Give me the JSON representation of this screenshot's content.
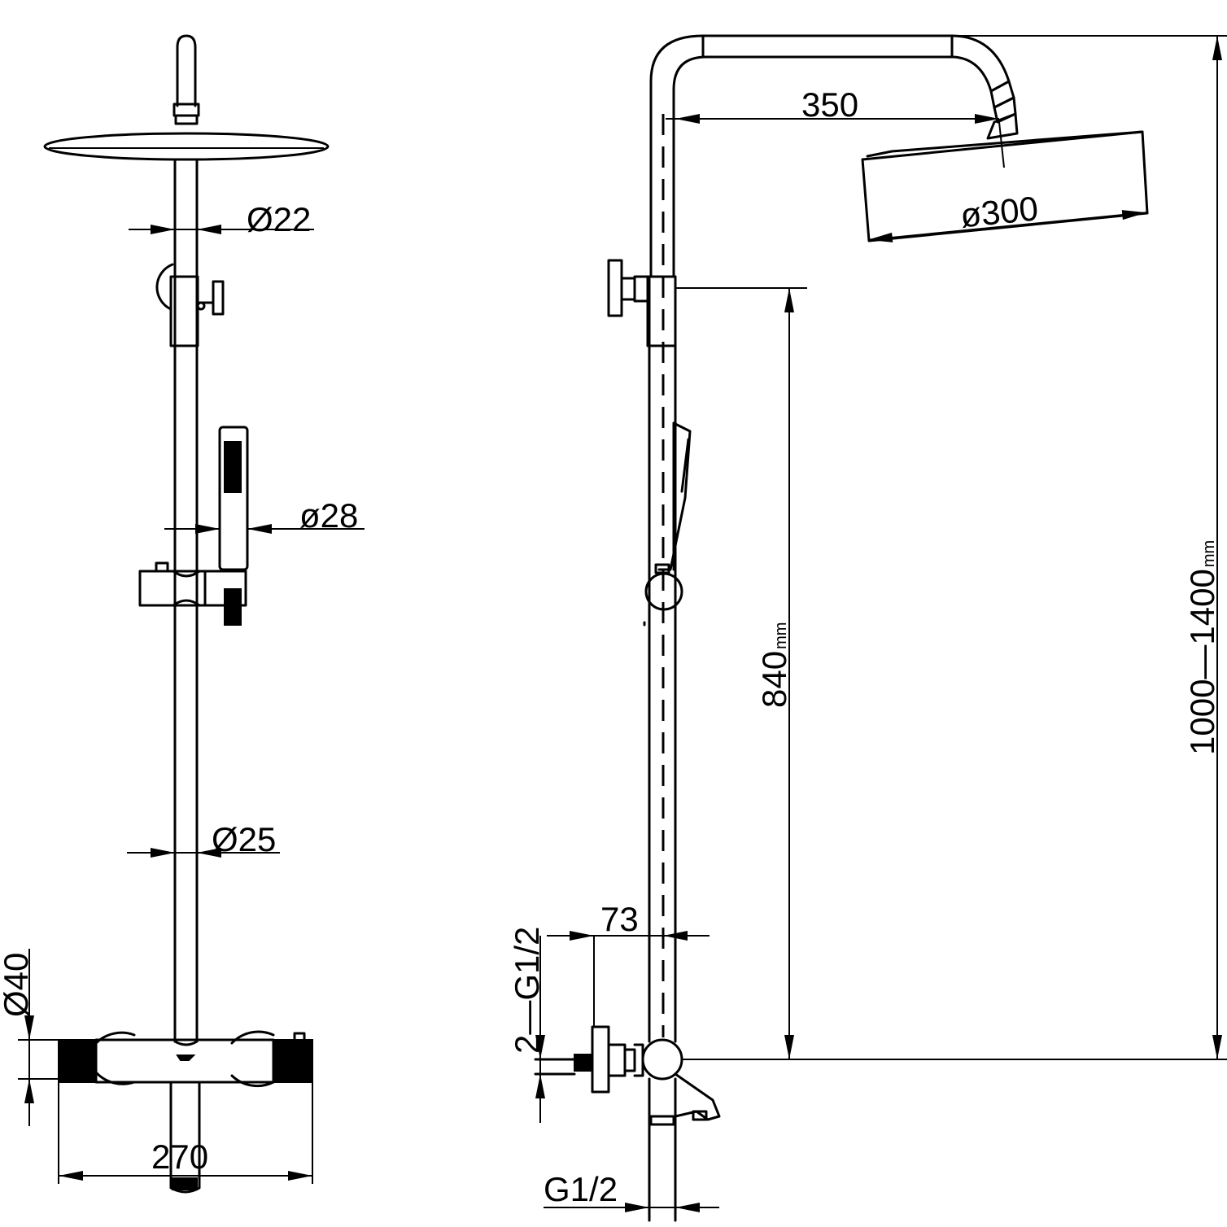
{
  "front_view": {
    "dim_overhead_arm_diameter": "Ø22",
    "dim_hand_shower_diameter": "ø28",
    "dim_riser_diameter": "Ø25",
    "dim_valve_body_diameter": "Ø40",
    "dim_overall_width": "270"
  },
  "side_view": {
    "dim_arm_projection": "350",
    "dim_head_diameter": "ø300",
    "dim_height_value": "840",
    "dim_height_unit": "mm",
    "dim_total_height_value": "1000—1400",
    "dim_total_height_unit": "mm",
    "dim_valve_offset": "73",
    "dim_inlet_thread": "2—G1/2",
    "dim_outlet_thread": "G1/2"
  }
}
